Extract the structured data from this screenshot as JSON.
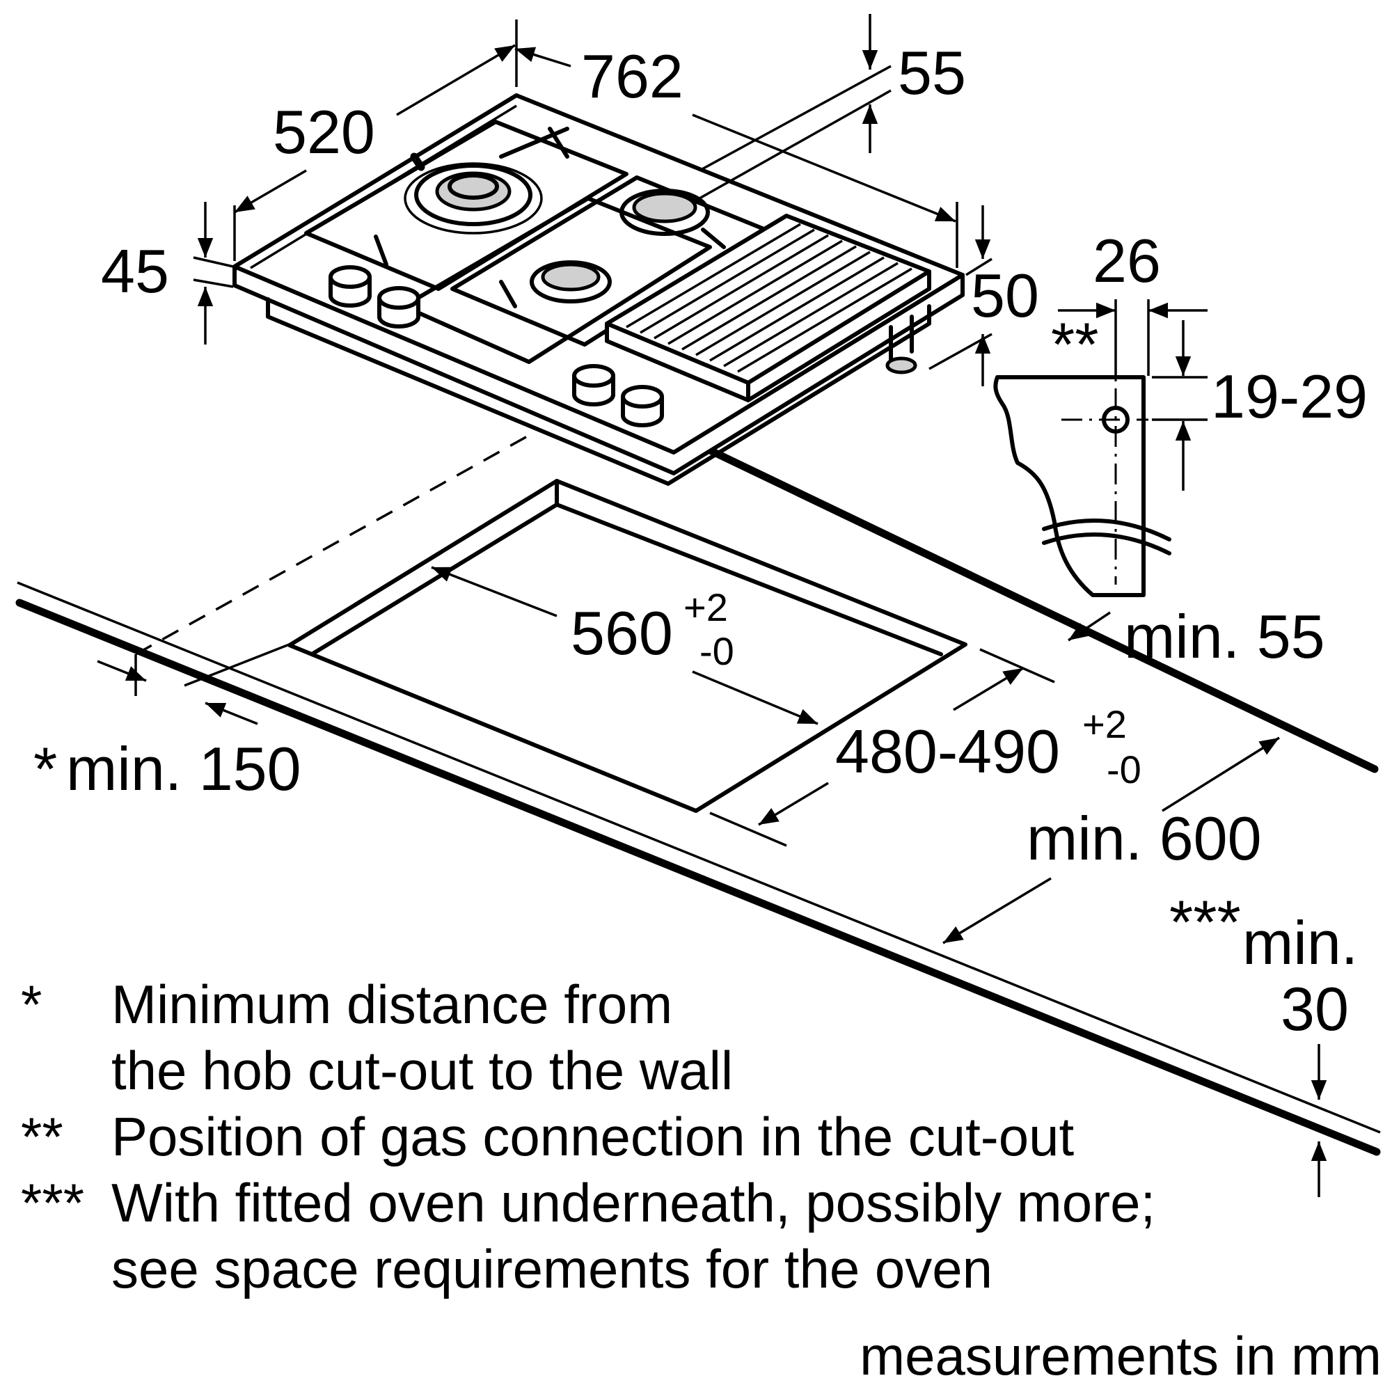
{
  "dimensions": {
    "width": "762",
    "depth": "520",
    "height": "45",
    "top_offset": "55",
    "right_offset": "50",
    "connection_offset": "26",
    "connection_marker": "**",
    "connection_height": "19-29",
    "cutout_width": {
      "base": "560",
      "sup": "+2",
      "sub": "-0"
    },
    "cutout_depth": {
      "base": "480-490",
      "sup": "+2",
      "sub": "-0"
    },
    "rear_min": "min. 55",
    "side_min": "min. 150",
    "side_marker": "*",
    "front_min": "min. 600",
    "worktop_min": {
      "prefix": "***",
      "label": "min.",
      "value": "30"
    }
  },
  "notes": [
    {
      "marker": "*",
      "lines": [
        "Minimum distance from",
        "the hob cut-out to the wall"
      ]
    },
    {
      "marker": "**",
      "lines": [
        "Position of gas connection in the cut-out"
      ]
    },
    {
      "marker": "***",
      "lines": [
        "With fitted oven underneath, possibly more;",
        "see space requirements for the oven"
      ]
    }
  ],
  "footer": "measurements in mm"
}
